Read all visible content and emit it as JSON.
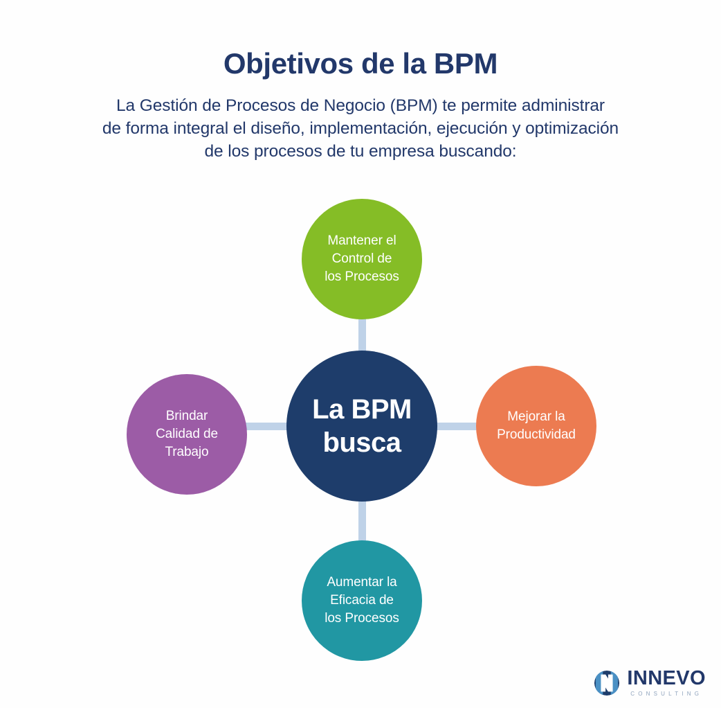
{
  "header": {
    "title": "Objetivos de la BPM",
    "subtitle_lines": [
      "La Gestión de Procesos de Negocio (BPM) te permite administrar",
      "de forma integral el diseño, implementación, ejecución y optimización",
      "de los procesos de tu empresa buscando:"
    ]
  },
  "diagram": {
    "center": {
      "lines": [
        "La BPM",
        "busca"
      ],
      "color": "#1e3d6b",
      "text_color": "#ffffff"
    },
    "nodes": [
      {
        "position": "top",
        "lines": [
          "Mantener el",
          "Control de",
          "los Procesos"
        ],
        "color": "#85bd26",
        "text_color": "#ffffff"
      },
      {
        "position": "right",
        "lines": [
          "Mejorar la",
          "Productividad"
        ],
        "color": "#ec7b51",
        "text_color": "#ffffff"
      },
      {
        "position": "bottom",
        "lines": [
          "Aumentar la",
          "Eficacia de",
          "los Procesos"
        ],
        "color": "#2197a3",
        "text_color": "#ffffff"
      },
      {
        "position": "left",
        "lines": [
          "Brindar",
          "Calidad de",
          "Trabajo"
        ],
        "color": "#9c5ca6",
        "text_color": "#ffffff"
      }
    ],
    "connector_color": "#bfd2e8"
  },
  "logo": {
    "word": "INNEVO",
    "tagline": "CONSULTING",
    "mark_color_dark": "#1e3d6b",
    "mark_color_light": "#4a90c4",
    "word_color": "#22386a",
    "tagline_color": "#8fa3bd"
  },
  "background_color": "#fefefe"
}
